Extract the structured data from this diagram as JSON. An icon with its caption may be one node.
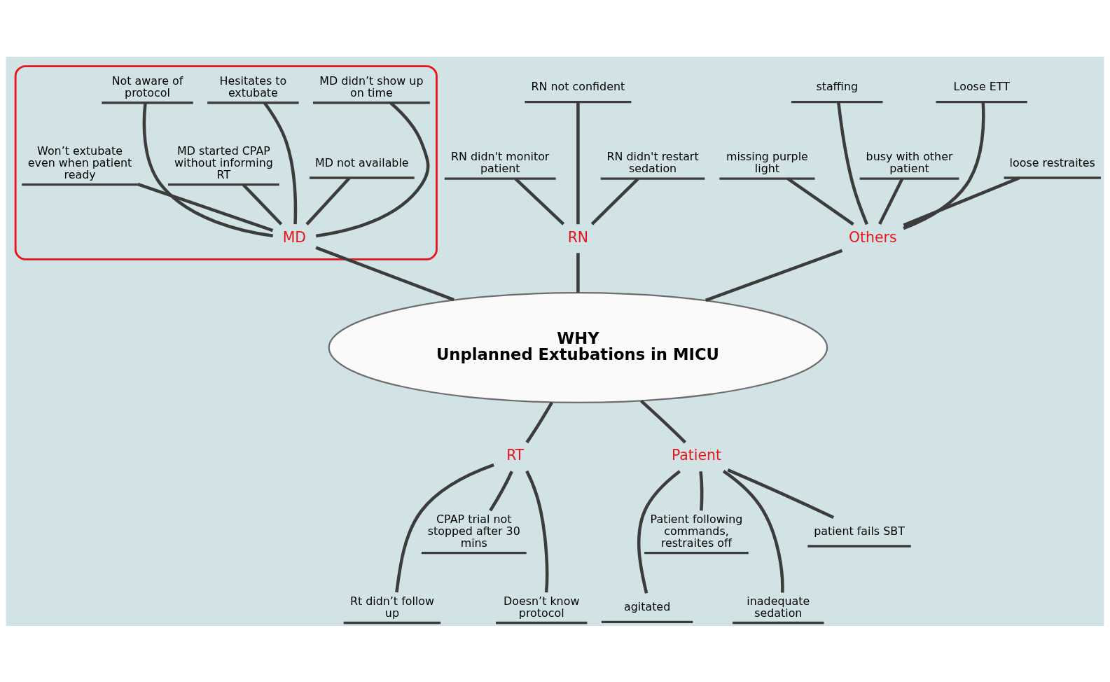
{
  "diagram": {
    "nodes": [
      {
        "text": [],
        "shape": "ellipse"
      },
      {
        "text": [
          "MD"
        ],
        "in": 0
      },
      {
        "text": [
          "MD didn’t show up on time"
        ],
        "in": 0
      },
      {
        "text": [
          "MD not available"
        ],
        "in": 0
      },
      {
        "text": [
          "Hesitates to extubate"
        ],
        "in": 0
      },
      {
        "text": [
          "MD started CPAP without informing RT"
        ],
        "in": 0
      },
      {
        "text": [
          "Not aware of protocol"
        ],
        "in": 0
      },
      {
        "text": [
          "Won’t extubate even when patient ready"
        ],
        "in": 0
      },
      {
        "text": [
          "RN"
        ]
      },
      {
        "text": [
          "RN didn't monitor patient"
        ]
      },
      {
        "text": [
          "RN not confident"
        ]
      },
      {
        "text": [
          "RN didn't restart sedation"
        ]
      },
      {
        "text": [
          "Others"
        ]
      },
      {
        "text": [
          "missing purple light"
        ]
      },
      {
        "text": [
          "staffing"
        ]
      },
      {
        "text": [
          "busy with other patient"
        ]
      },
      {
        "text": [
          "Loose ETT"
        ]
      },
      {
        "text": [
          "loose restraites"
        ]
      },
      {
        "text": [
          "WHY",
          "Unplanned Extubations in MICU"
        ]
      },
      {
        "text": [
          "RT"
        ]
      },
      {
        "text": [
          "Rt didn’t follow up"
        ]
      },
      {
        "text": [
          "CPAP trial not stopped after 30 mins"
        ]
      },
      {
        "text": [
          "Doesn’t know protocol"
        ]
      },
      {
        "text": [
          "Patient"
        ]
      },
      {
        "text": [
          "agitated"
        ]
      },
      {
        "text": [
          "Patient following commands, restraites off"
        ]
      },
      {
        "text": [
          "inadequate sedation"
        ]
      },
      {
        "text": [
          "patient fails SBT"
        ]
      }
    ],
    "edges": [
      {
        "from": 2,
        "to": 1,
        "arrow": "none"
      },
      {
        "from": 3,
        "to": 1,
        "arrow": "none"
      },
      {
        "from": 4,
        "to": 1,
        "arrow": "none"
      },
      {
        "from": 5,
        "to": 1,
        "arrow": "none"
      },
      {
        "from": 6,
        "to": 1,
        "arrow": "none"
      },
      {
        "from": 7,
        "to": 1,
        "arrow": "none"
      },
      {
        "from": 1,
        "to": 18,
        "arrow": "none"
      },
      {
        "from": 9,
        "to": 8,
        "arrow": "none"
      },
      {
        "from": 10,
        "to": 8,
        "arrow": "none"
      },
      {
        "from": 11,
        "to": 8,
        "arrow": "none"
      },
      {
        "from": 8,
        "to": 18,
        "arrow": "none"
      },
      {
        "from": 13,
        "to": 12,
        "arrow": "none"
      },
      {
        "from": 14,
        "to": 12,
        "arrow": "none"
      },
      {
        "from": 15,
        "to": 12,
        "arrow": "none"
      },
      {
        "from": 16,
        "to": 12,
        "arrow": "none"
      },
      {
        "from": 17,
        "to": 12,
        "arrow": "none"
      },
      {
        "from": 12,
        "to": 18,
        "arrow": "none"
      },
      {
        "from": 20,
        "to": 19,
        "arrow": "none"
      },
      {
        "from": 21,
        "to": 19,
        "arrow": "none"
      },
      {
        "from": 22,
        "to": 19,
        "arrow": "none"
      },
      {
        "from": 19,
        "to": 18,
        "arrow": "none"
      },
      {
        "from": 24,
        "to": 23,
        "arrow": "none"
      },
      {
        "from": 25,
        "to": 23,
        "arrow": "none"
      },
      {
        "from": 26,
        "to": 23,
        "arrow": "none"
      },
      {
        "from": 27,
        "to": 23,
        "arrow": "none"
      },
      {
        "from": 23,
        "to": 18,
        "arrow": "none"
      }
    ]
  }
}
